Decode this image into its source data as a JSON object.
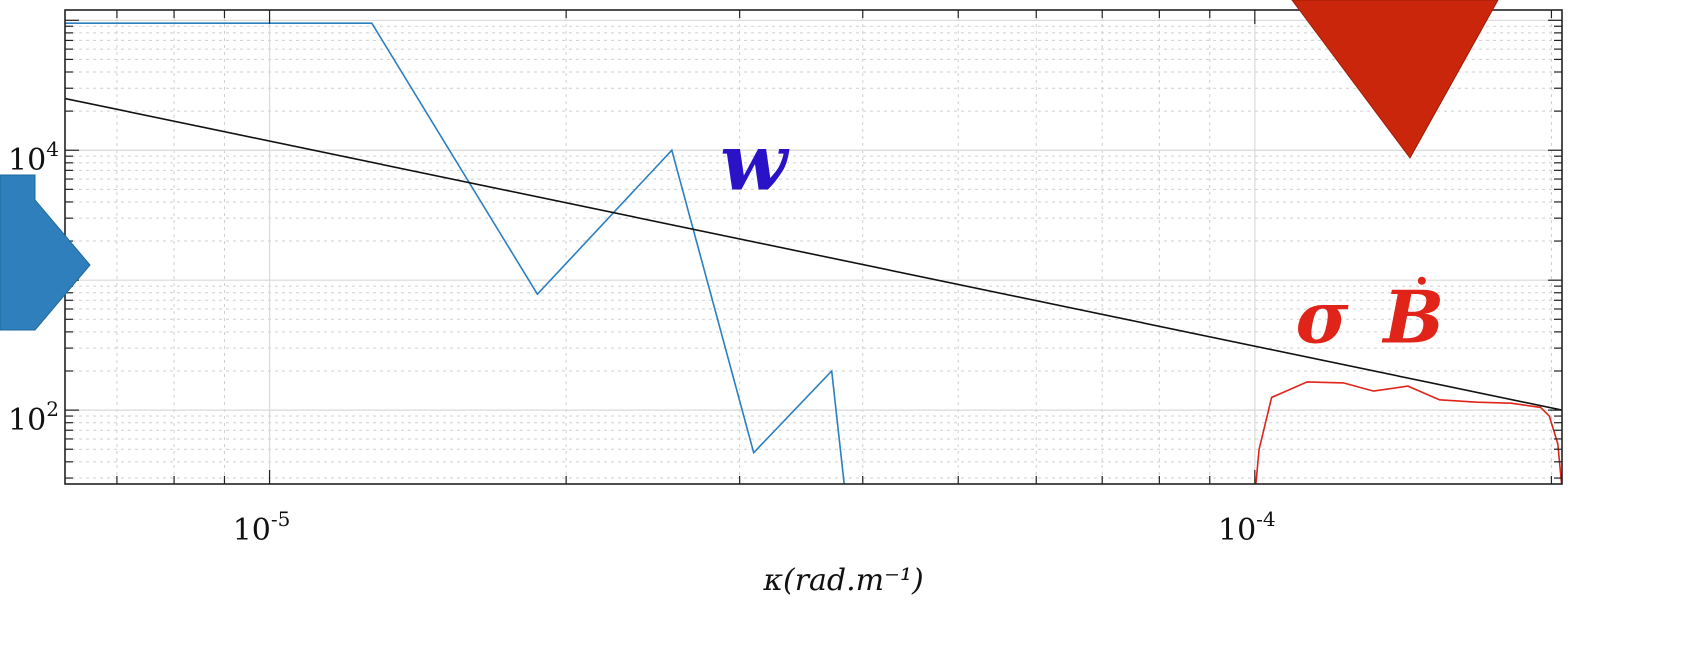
{
  "chart_data": {
    "type": "line",
    "xscale": "log",
    "yscale": "log",
    "xlim": [
      6.2e-06,
      0.000205
    ],
    "ylim": [
      27,
      120000
    ],
    "grid": true,
    "minor_grid": true,
    "xlabel": "κ(rad.m⁻¹)",
    "xticks": [
      {
        "value": 1e-05,
        "base": "10",
        "exp": "-5"
      },
      {
        "value": 0.0001,
        "base": "10",
        "exp": "-4"
      }
    ],
    "yticks": [
      {
        "value": 100,
        "base": "10",
        "exp": "2"
      },
      {
        "value": 10000,
        "base": "10",
        "exp": "4"
      }
    ],
    "series": [
      {
        "color": "#2a7fc0",
        "x": [
          6.2e-06,
          1.27e-05,
          1.87e-05,
          2.56e-05,
          3.1e-05,
          3.72e-05,
          3.83e-05,
          3.85e-05
        ],
        "y": [
          95000,
          95000,
          780,
          10000,
          47,
          200,
          27,
          24
        ]
      },
      {
        "color": "#111111",
        "x": [
          6.2e-06,
          0.000205
        ],
        "y": [
          25000,
          100
        ]
      },
      {
        "color": "#e0241a",
        "x": [
          0.0001,
          0.000101,
          0.000104,
          0.000113,
          0.000123,
          0.000132,
          0.000143,
          0.000154,
          0.000168,
          0.000182,
          0.000195,
          0.000199,
          0.000203,
          0.000205
        ],
        "y": [
          22,
          50,
          125,
          165,
          162,
          140,
          153,
          120,
          115,
          113,
          105,
          90,
          55,
          25
        ]
      }
    ],
    "annotations": [
      {
        "text": "w",
        "x": 3.1e-05,
        "y": 5000,
        "color": "#2a12c6"
      },
      {
        "text": "σ",
        "x": 0.000117,
        "y": 330,
        "color": "#e0241a"
      },
      {
        "text": "B",
        "x": 0.000145,
        "y": 330,
        "color": "#e0241a"
      }
    ],
    "markers": [
      {
        "shape": "arrow-right",
        "color": "#2e7fbb"
      },
      {
        "shape": "arrow-down",
        "color": "#c9260c"
      }
    ]
  }
}
